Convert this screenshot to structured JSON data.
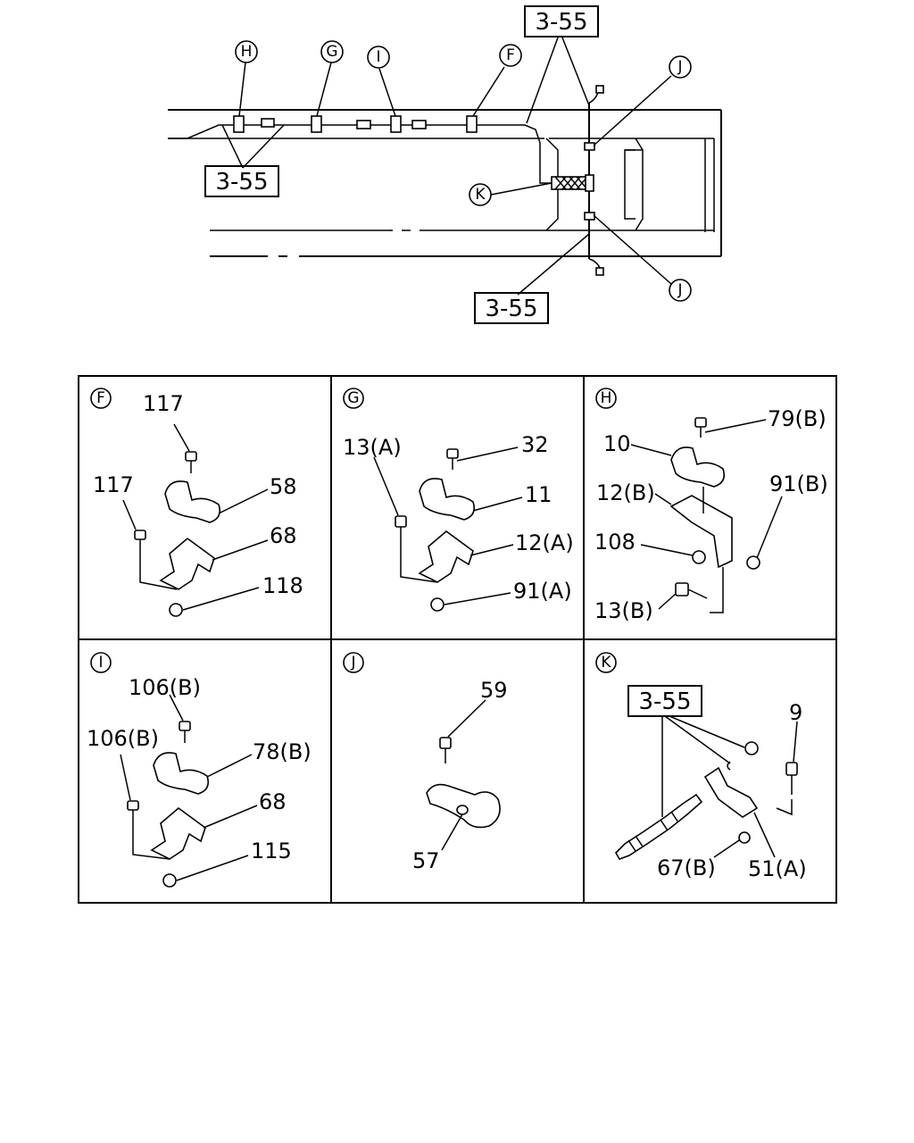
{
  "overview": {
    "ref_top": "3-55",
    "ref_left": "3-55",
    "ref_bottom": "3-55",
    "callouts": {
      "H": "H",
      "G": "G",
      "I": "I",
      "F": "F",
      "J_top": "J",
      "J_bottom": "J",
      "K": "K"
    }
  },
  "panels": {
    "F": {
      "label": "F",
      "parts": [
        "117",
        "117",
        "58",
        "68",
        "118"
      ]
    },
    "G": {
      "label": "G",
      "parts": [
        "13(A)",
        "32",
        "11",
        "12(A)",
        "91(A)"
      ]
    },
    "H": {
      "label": "H",
      "parts": [
        "79(B)",
        "10",
        "12(B)",
        "91(B)",
        "108",
        "13(B)"
      ]
    },
    "I": {
      "label": "I",
      "parts": [
        "106(B)",
        "106(B)",
        "78(B)",
        "68",
        "115"
      ]
    },
    "J": {
      "label": "J",
      "parts": [
        "59",
        "57"
      ]
    },
    "K": {
      "label": "K",
      "ref": "3-55",
      "parts": [
        "9",
        "67(B)",
        "51(A)"
      ]
    }
  }
}
